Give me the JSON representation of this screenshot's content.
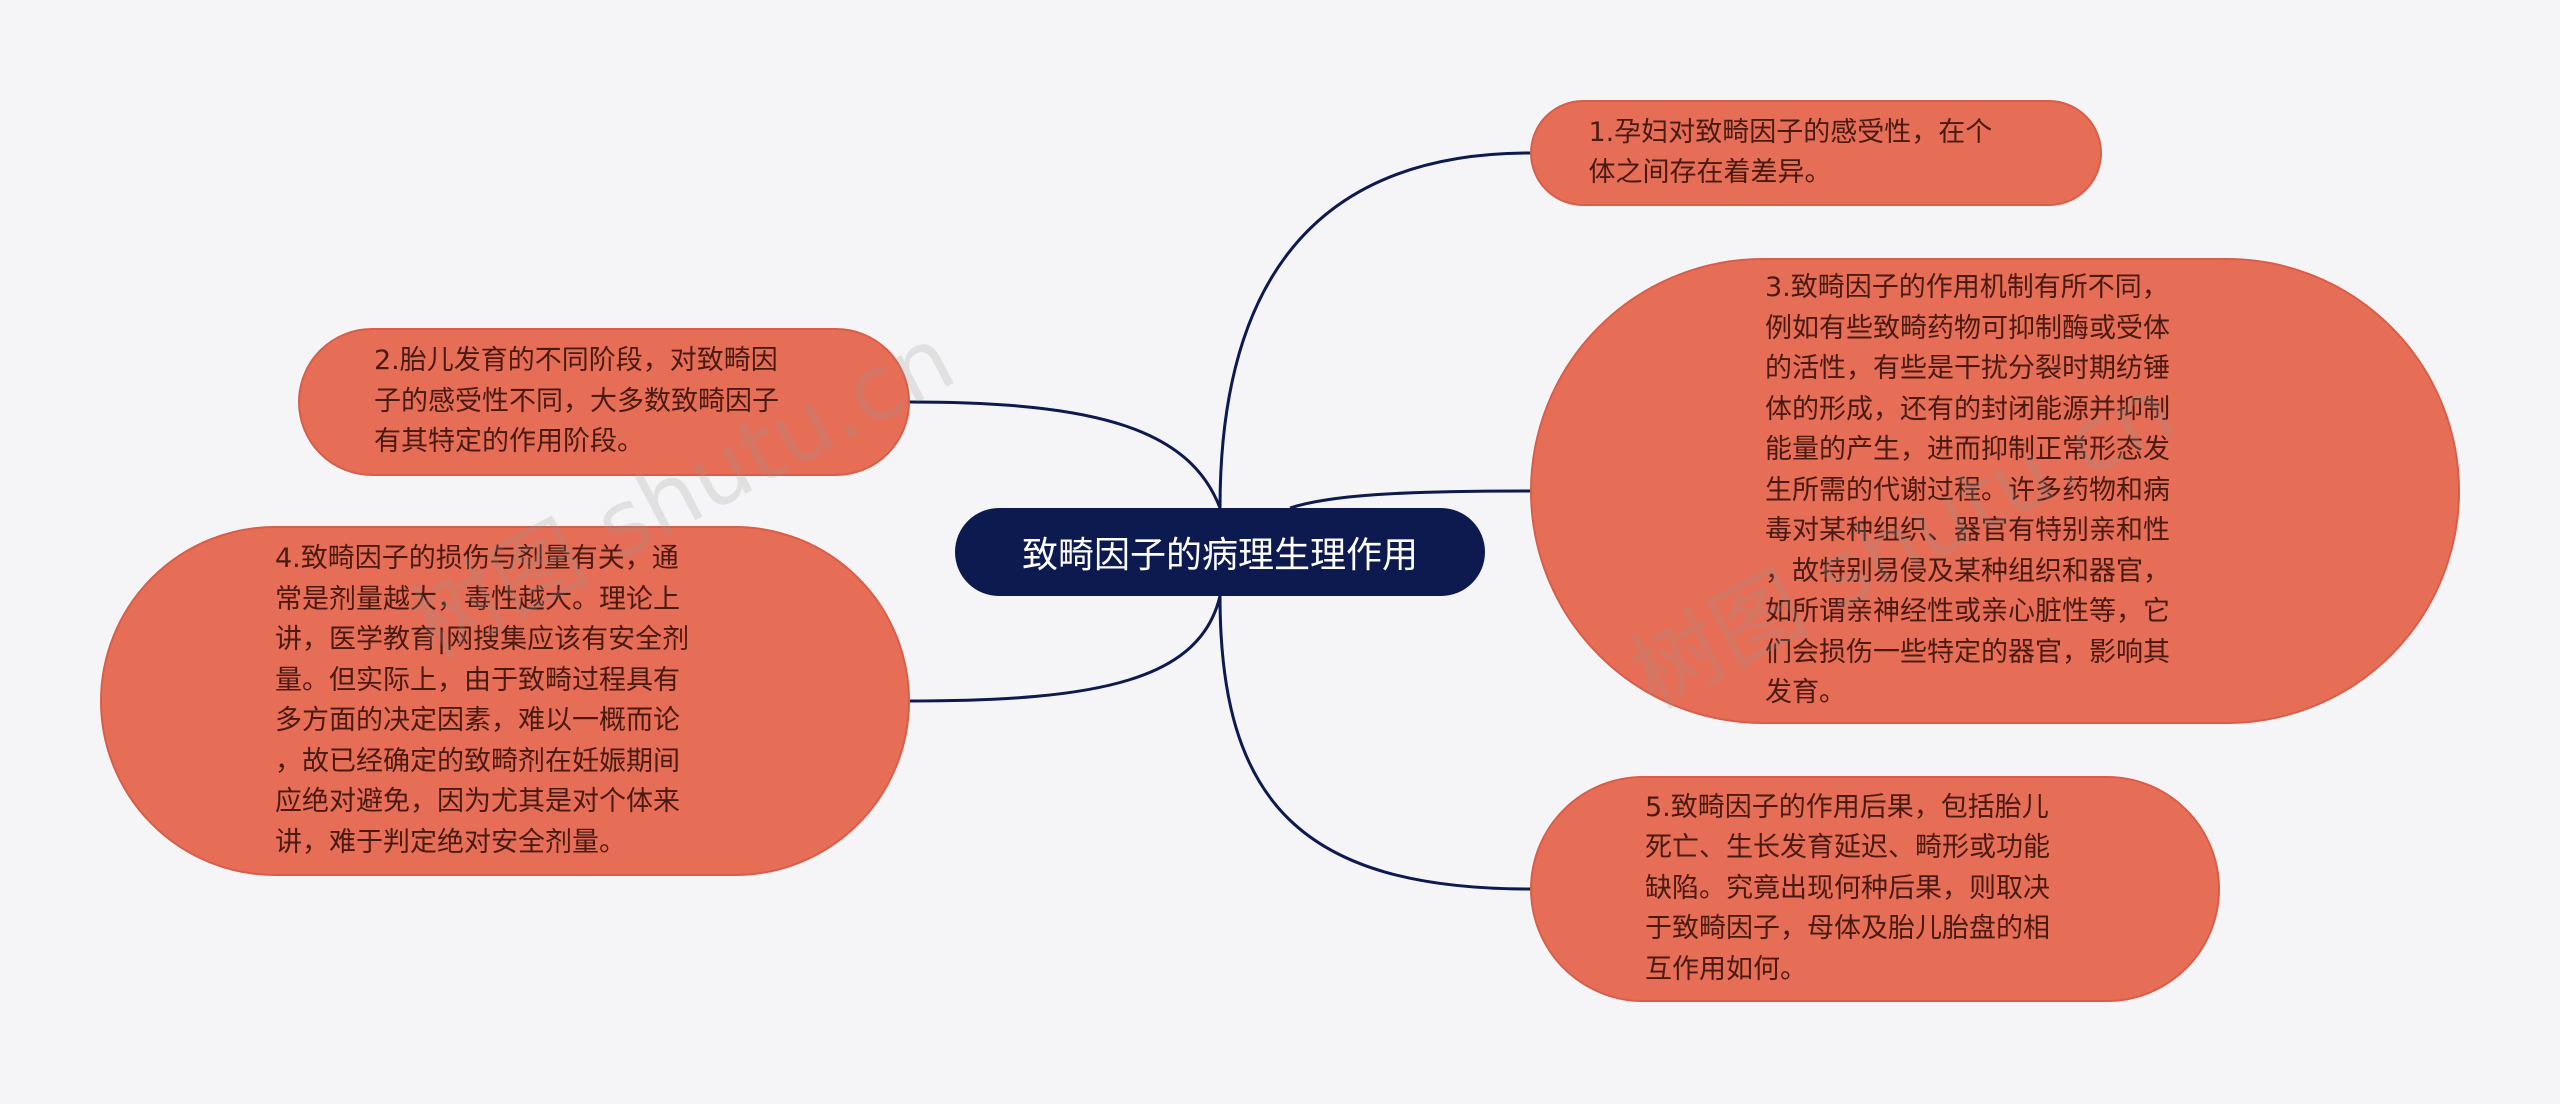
{
  "center": {
    "label": "致畸因子的病理生理作用"
  },
  "nodes": [
    {
      "id": "n1",
      "text": "1.孕妇对致畸因子的感受性，在个\n体之间存在着差异。"
    },
    {
      "id": "n2",
      "text": "2.胎儿发育的不同阶段，对致畸因\n子的感受性不同，大多数致畸因子\n有其特定的作用阶段。"
    },
    {
      "id": "n3",
      "text": "3.致畸因子的作用机制有所不同，\n例如有些致畸药物可抑制酶或受体\n的活性，有些是干扰分裂时期纺锤\n体的形成，还有的封闭能源并抑制\n能量的产生，进而抑制正常形态发\n生所需的代谢过程。许多药物和病\n毒对某种组织、器官有特别亲和性\n，故特别易侵及某种组织和器官，\n如所谓亲神经性或亲心脏性等，它\n们会损伤一些特定的器官，影响其\n发育。"
    },
    {
      "id": "n4",
      "text": "4.致畸因子的损伤与剂量有关，通\n常是剂量越大，毒性越大。理论上\n讲，医学教育|网搜集应该有安全剂\n量。但实际上，由于致畸过程具有\n多方面的决定因素，难以一概而论\n，故已经确定的致畸剂在妊娠期间\n应绝对避免，因为尤其是对个体来\n讲，难于判定绝对安全剂量。"
    },
    {
      "id": "n5",
      "text": "5.致畸因子的作用后果，包括胎儿\n死亡、生长发育延迟、畸形或功能\n缺陷。究竟出现何种后果，则取决\n于致畸因子，母体及胎儿胎盘的相\n互作用如何。"
    }
  ],
  "watermarks": [
    "树图 shutu.cn",
    "树图 shutu.cn"
  ],
  "colors": {
    "background": "#f5f5f7",
    "center_fill": "#0c1a4f",
    "node_fill": "#e66e57",
    "edge": "#0c1a4f"
  }
}
